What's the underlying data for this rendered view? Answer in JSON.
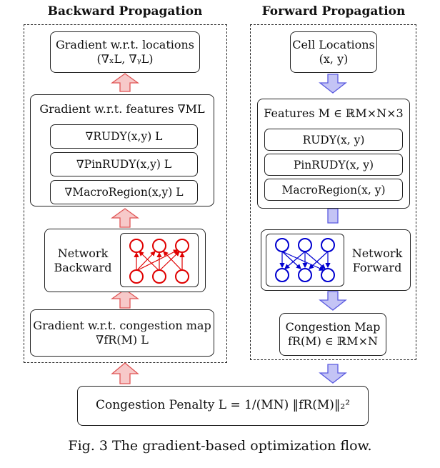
{
  "backward": {
    "title": "Backward Propagation",
    "grad_locations": {
      "line1": "Gradient w.r.t. locations",
      "line2": "(∇ₓL, ∇ᵧL)"
    },
    "grad_features": {
      "title": "Gradient w.r.t. features ∇ML",
      "items": [
        "∇RUDY(x,y) L",
        "∇PinRUDY(x,y) L",
        "∇MacroRegion(x,y) L"
      ]
    },
    "network": {
      "line1": "Network",
      "line2": "Backward"
    },
    "grad_congestion": {
      "line1": "Gradient w.r.t. congestion map",
      "line2": "∇fR(M) L"
    }
  },
  "forward": {
    "title": "Forward Propagation",
    "cell_locations": {
      "line1": "Cell Locations",
      "line2": "(x, y)"
    },
    "features": {
      "title": "Features M ∈ ℝM×N×3",
      "items": [
        "RUDY(x, y)",
        "PinRUDY(x, y)",
        "MacroRegion(x, y)"
      ]
    },
    "network": {
      "line1": "Network",
      "line2": "Forward"
    },
    "congestion_map": {
      "line1": "Congestion Map",
      "line2": "fR(M) ∈ ℝM×N"
    }
  },
  "penalty": "Congestion Penalty L = 1/(MN) ‖fR(M)‖₂²",
  "caption": "Fig. 3 The gradient-based optimization flow.",
  "colors": {
    "backward_arrow_fill": "#f7c9c9",
    "backward_arrow_stroke": "#e05555",
    "forward_arrow_fill": "#c4c4f5",
    "forward_arrow_stroke": "#5a5ae0",
    "backward_net": "#e00000",
    "forward_net": "#0000d0"
  }
}
